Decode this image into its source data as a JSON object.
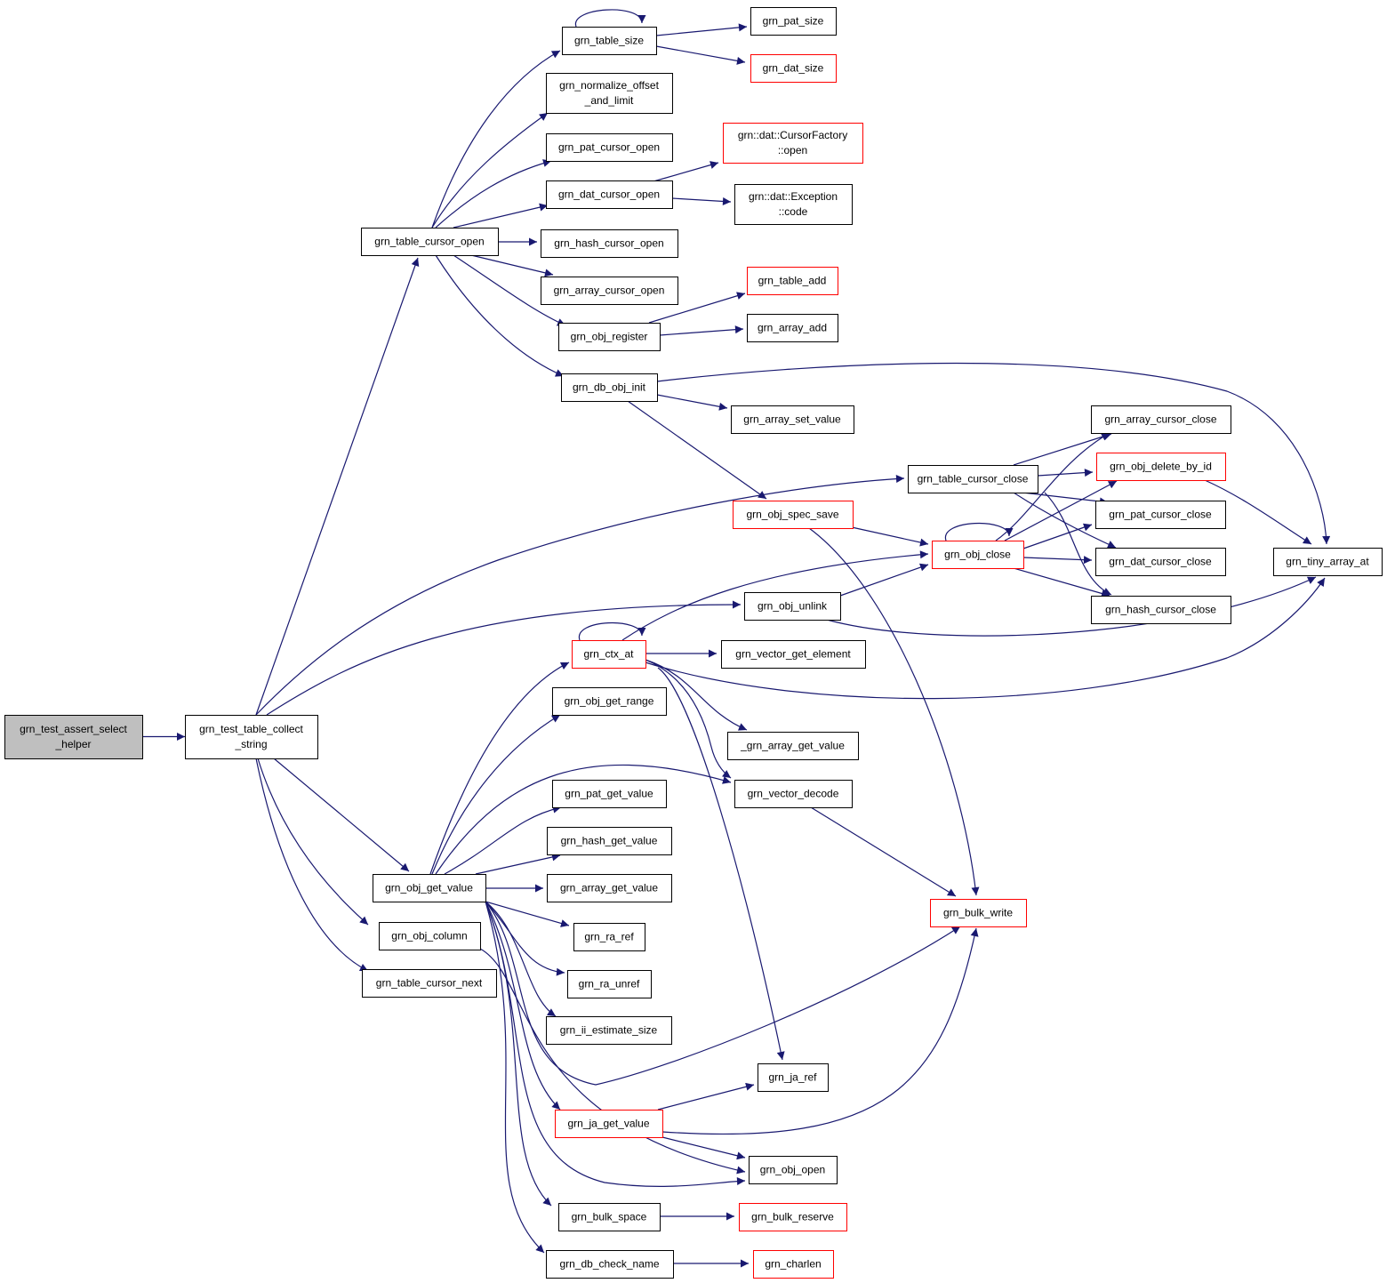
{
  "title": "grn_test_assert_select_helper call graph",
  "colors": {
    "edge": "#191970",
    "node_border": "#000000",
    "node_border_truncated": "#ff0000",
    "root_fill": "#bfbfbf",
    "node_fill": "#ffffff"
  },
  "nodes": [
    {
      "id": "n0",
      "lines": [
        "grn_test_assert_select",
        "_helper"
      ],
      "root": true,
      "truncated": false
    },
    {
      "id": "n1",
      "lines": [
        "grn_test_table_collect",
        "_string"
      ],
      "root": false,
      "truncated": false
    },
    {
      "id": "n2",
      "lines": [
        "grn_table_cursor_open"
      ],
      "truncated": false
    },
    {
      "id": "n3",
      "lines": [
        "grn_table_size"
      ],
      "truncated": false
    },
    {
      "id": "n4",
      "lines": [
        "grn_pat_size"
      ],
      "truncated": false
    },
    {
      "id": "n5",
      "lines": [
        "grn_dat_size"
      ],
      "truncated": true
    },
    {
      "id": "n6",
      "lines": [
        "grn_normalize_offset",
        "_and_limit"
      ],
      "truncated": false
    },
    {
      "id": "n7",
      "lines": [
        "grn_pat_cursor_open"
      ],
      "truncated": false
    },
    {
      "id": "n8",
      "lines": [
        "grn_dat_cursor_open"
      ],
      "truncated": false
    },
    {
      "id": "n9",
      "lines": [
        "grn::dat::CursorFactory",
        "::open"
      ],
      "truncated": true
    },
    {
      "id": "n10",
      "lines": [
        "grn::dat::Exception",
        "::code"
      ],
      "truncated": false
    },
    {
      "id": "n11",
      "lines": [
        "grn_hash_cursor_open"
      ],
      "truncated": false
    },
    {
      "id": "n12",
      "lines": [
        "grn_array_cursor_open"
      ],
      "truncated": false
    },
    {
      "id": "n13",
      "lines": [
        "grn_obj_register"
      ],
      "truncated": false
    },
    {
      "id": "n14",
      "lines": [
        "grn_table_add"
      ],
      "truncated": true
    },
    {
      "id": "n15",
      "lines": [
        "grn_array_add"
      ],
      "truncated": false
    },
    {
      "id": "n16",
      "lines": [
        "grn_db_obj_init"
      ],
      "truncated": false
    },
    {
      "id": "n17",
      "lines": [
        "grn_array_set_value"
      ],
      "truncated": false
    },
    {
      "id": "n18",
      "lines": [
        "grn_obj_spec_save"
      ],
      "truncated": true
    },
    {
      "id": "n19",
      "lines": [
        "grn_table_cursor_close"
      ],
      "truncated": false
    },
    {
      "id": "n20",
      "lines": [
        "grn_array_cursor_close"
      ],
      "truncated": false
    },
    {
      "id": "n21",
      "lines": [
        "grn_obj_delete_by_id"
      ],
      "truncated": true
    },
    {
      "id": "n22",
      "lines": [
        "grn_pat_cursor_close"
      ],
      "truncated": false
    },
    {
      "id": "n23",
      "lines": [
        "grn_obj_close"
      ],
      "truncated": true
    },
    {
      "id": "n24",
      "lines": [
        "grn_dat_cursor_close"
      ],
      "truncated": false
    },
    {
      "id": "n25",
      "lines": [
        "grn_tiny_array_at"
      ],
      "truncated": false
    },
    {
      "id": "n26",
      "lines": [
        "grn_hash_cursor_close"
      ],
      "truncated": false
    },
    {
      "id": "n27",
      "lines": [
        "grn_obj_unlink"
      ],
      "truncated": false
    },
    {
      "id": "n28",
      "lines": [
        "grn_ctx_at"
      ],
      "truncated": true
    },
    {
      "id": "n29",
      "lines": [
        "grn_vector_get_element"
      ],
      "truncated": false
    },
    {
      "id": "n30",
      "lines": [
        "grn_obj_get_range"
      ],
      "truncated": false
    },
    {
      "id": "n31",
      "lines": [
        "_grn_array_get_value"
      ],
      "truncated": false
    },
    {
      "id": "n32",
      "lines": [
        "grn_vector_decode"
      ],
      "truncated": false
    },
    {
      "id": "n33",
      "lines": [
        "grn_pat_get_value"
      ],
      "truncated": false
    },
    {
      "id": "n34",
      "lines": [
        "grn_hash_get_value"
      ],
      "truncated": false
    },
    {
      "id": "n35",
      "lines": [
        "grn_obj_get_value"
      ],
      "truncated": false
    },
    {
      "id": "n36",
      "lines": [
        "grn_array_get_value"
      ],
      "truncated": false
    },
    {
      "id": "n37",
      "lines": [
        "grn_bulk_write"
      ],
      "truncated": true
    },
    {
      "id": "n38",
      "lines": [
        "grn_ra_ref"
      ],
      "truncated": false
    },
    {
      "id": "n39",
      "lines": [
        "grn_obj_column"
      ],
      "truncated": false
    },
    {
      "id": "n40",
      "lines": [
        "grn_ra_unref"
      ],
      "truncated": false
    },
    {
      "id": "n41",
      "lines": [
        "grn_table_cursor_next"
      ],
      "truncated": false
    },
    {
      "id": "n42",
      "lines": [
        "grn_ii_estimate_size"
      ],
      "truncated": false
    },
    {
      "id": "n43",
      "lines": [
        "grn_ja_ref"
      ],
      "truncated": false
    },
    {
      "id": "n44",
      "lines": [
        "grn_ja_get_value"
      ],
      "truncated": true
    },
    {
      "id": "n45",
      "lines": [
        "grn_obj_open"
      ],
      "truncated": false
    },
    {
      "id": "n46",
      "lines": [
        "grn_bulk_space"
      ],
      "truncated": false
    },
    {
      "id": "n47",
      "lines": [
        "grn_bulk_reserve"
      ],
      "truncated": true
    },
    {
      "id": "n48",
      "lines": [
        "grn_db_check_name"
      ],
      "truncated": false
    },
    {
      "id": "n49",
      "lines": [
        "grn_charlen"
      ],
      "truncated": true
    }
  ],
  "edges": [
    [
      "n0",
      "n1"
    ],
    [
      "n1",
      "n2"
    ],
    [
      "n1",
      "n19"
    ],
    [
      "n1",
      "n27"
    ],
    [
      "n1",
      "n35"
    ],
    [
      "n1",
      "n39"
    ],
    [
      "n1",
      "n41"
    ],
    [
      "n2",
      "n3"
    ],
    [
      "n2",
      "n6"
    ],
    [
      "n2",
      "n7"
    ],
    [
      "n2",
      "n8"
    ],
    [
      "n2",
      "n11"
    ],
    [
      "n2",
      "n12"
    ],
    [
      "n2",
      "n13"
    ],
    [
      "n2",
      "n16"
    ],
    [
      "n3",
      "n3"
    ],
    [
      "n3",
      "n4"
    ],
    [
      "n3",
      "n5"
    ],
    [
      "n8",
      "n9"
    ],
    [
      "n8",
      "n10"
    ],
    [
      "n13",
      "n14"
    ],
    [
      "n13",
      "n15"
    ],
    [
      "n16",
      "n17"
    ],
    [
      "n16",
      "n18"
    ],
    [
      "n16",
      "n25"
    ],
    [
      "n18",
      "n23"
    ],
    [
      "n18",
      "n37"
    ],
    [
      "n19",
      "n20"
    ],
    [
      "n19",
      "n21"
    ],
    [
      "n19",
      "n22"
    ],
    [
      "n19",
      "n24"
    ],
    [
      "n19",
      "n26"
    ],
    [
      "n23",
      "n23"
    ],
    [
      "n23",
      "n20"
    ],
    [
      "n23",
      "n21"
    ],
    [
      "n23",
      "n22"
    ],
    [
      "n23",
      "n24"
    ],
    [
      "n23",
      "n26"
    ],
    [
      "n21",
      "n25"
    ],
    [
      "n27",
      "n23"
    ],
    [
      "n27",
      "n25"
    ],
    [
      "n28",
      "n28"
    ],
    [
      "n28",
      "n23"
    ],
    [
      "n28",
      "n29"
    ],
    [
      "n28",
      "n31"
    ],
    [
      "n28",
      "n32"
    ],
    [
      "n28",
      "n25"
    ],
    [
      "n28",
      "n43"
    ],
    [
      "n32",
      "n37"
    ],
    [
      "n35",
      "n28"
    ],
    [
      "n35",
      "n30"
    ],
    [
      "n35",
      "n32"
    ],
    [
      "n35",
      "n33"
    ],
    [
      "n35",
      "n34"
    ],
    [
      "n35",
      "n36"
    ],
    [
      "n35",
      "n38"
    ],
    [
      "n35",
      "n40"
    ],
    [
      "n35",
      "n42"
    ],
    [
      "n35",
      "n37"
    ],
    [
      "n35",
      "n44"
    ],
    [
      "n35",
      "n45"
    ],
    [
      "n35",
      "n46"
    ],
    [
      "n35",
      "n48"
    ],
    [
      "n39",
      "n45"
    ],
    [
      "n44",
      "n43"
    ],
    [
      "n44",
      "n37"
    ],
    [
      "n44",
      "n45"
    ],
    [
      "n46",
      "n47"
    ],
    [
      "n48",
      "n49"
    ]
  ]
}
